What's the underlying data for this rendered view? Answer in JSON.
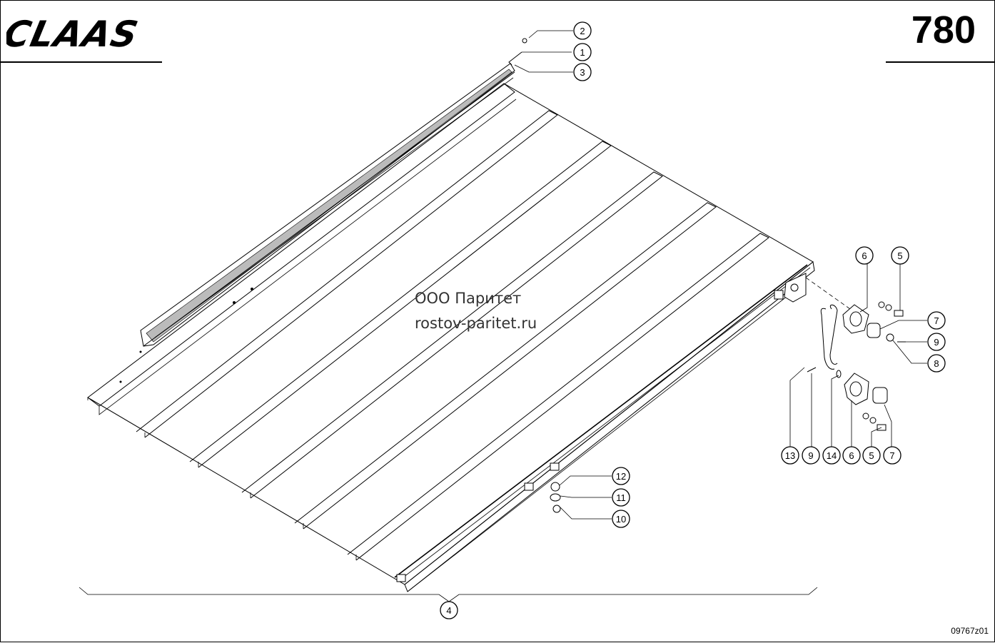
{
  "header": {
    "brand": "CLAAS",
    "page_number": "780"
  },
  "watermark": {
    "company": "ООО Паритет",
    "website": "rostov-paritet.ru"
  },
  "drawing_number": "09767z01",
  "callouts": {
    "c1": "1",
    "c2": "2",
    "c3": "3",
    "c4": "4",
    "c5a": "5",
    "c6a": "6",
    "c7a": "7",
    "c9a": "9",
    "c8": "8",
    "c13": "13",
    "c9b": "9",
    "c14": "14",
    "c6b": "6",
    "c5b": "5",
    "c7b": "7",
    "c12": "12",
    "c11": "11",
    "c10": "10"
  }
}
